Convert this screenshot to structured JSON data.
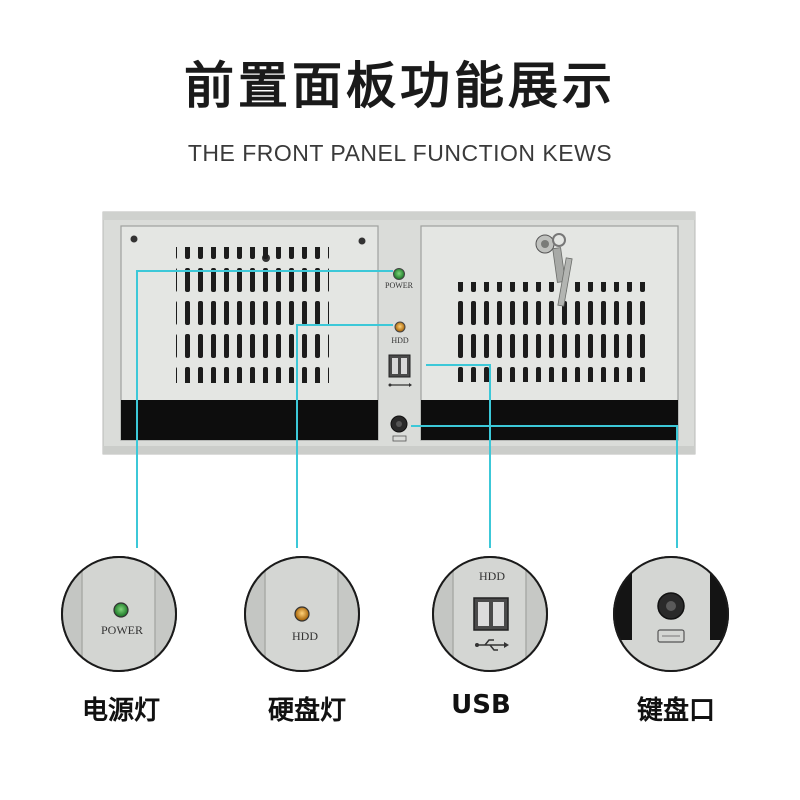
{
  "title": "前置面板功能展示",
  "subtitle": "THE FRONT PANEL FUNCTION KEWS",
  "panel_labels": {
    "power": "POWER",
    "hdd": "HDD"
  },
  "callouts": [
    {
      "id": "power",
      "caption": "电源灯",
      "zoom_label": "POWER"
    },
    {
      "id": "hdd",
      "caption": "硬盘灯",
      "zoom_label": "HDD"
    },
    {
      "id": "usb",
      "caption": "USB",
      "zoom_label": "HDD"
    },
    {
      "id": "keyboard",
      "caption": "键盘口",
      "zoom_label": ""
    }
  ],
  "colors": {
    "leader_line": "#3cc8d8",
    "chassis": "#dcdedc",
    "led_power": "#2e9b3a",
    "led_hdd": "#d48a1c"
  }
}
